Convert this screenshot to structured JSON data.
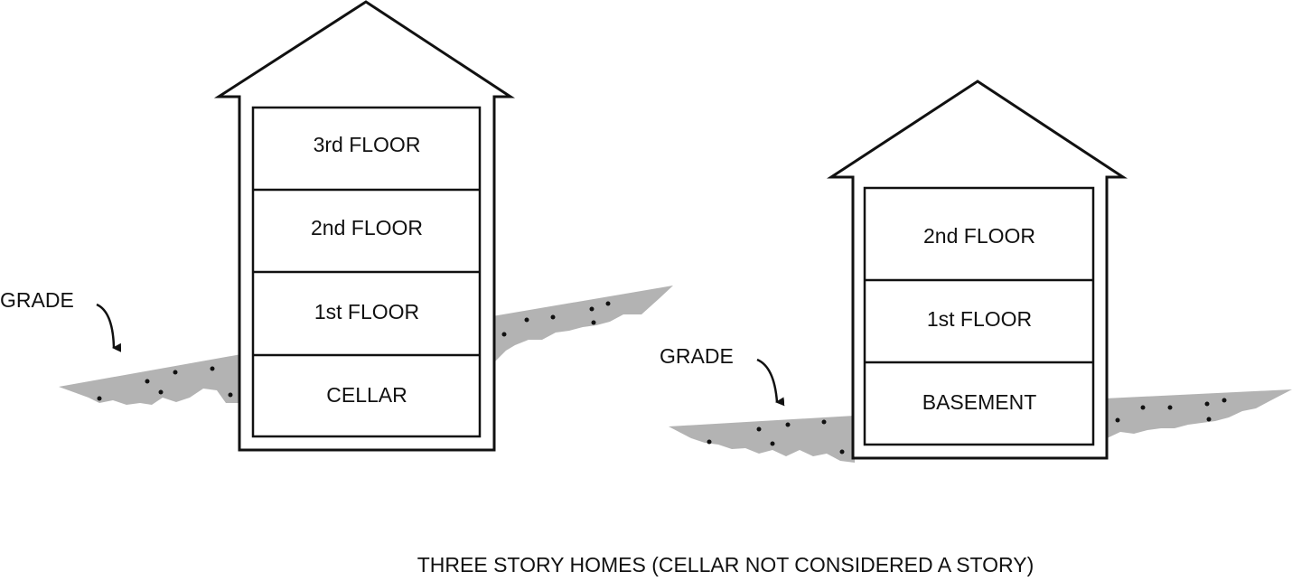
{
  "left_house": {
    "floors": [
      "3rd FLOOR",
      "2nd FLOOR",
      "1st FLOOR",
      "CELLAR"
    ],
    "grade_label": "GRADE"
  },
  "right_house": {
    "floors": [
      "2nd FLOOR",
      "1st FLOOR",
      "BASEMENT"
    ],
    "grade_label": "GRADE"
  },
  "caption": "THREE STORY HOMES (CELLAR NOT CONSIDERED A STORY)",
  "colors": {
    "ground": "#b3b3b3",
    "line": "#111111"
  }
}
